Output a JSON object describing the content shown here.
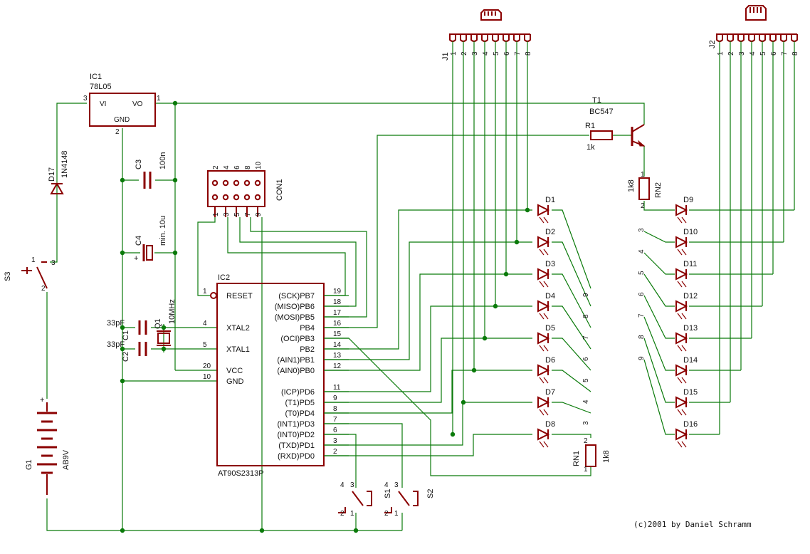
{
  "ic1": {
    "ref": "IC1",
    "value": "78L05",
    "vi": "VI",
    "vo": "VO",
    "gnd": "GND",
    "pin_in": "3",
    "pin_out": "1",
    "pin_gnd": "2"
  },
  "t1": {
    "ref": "T1",
    "value": "BC547"
  },
  "r1": {
    "ref": "R1",
    "value": "1k"
  },
  "rn1": {
    "ref": "RN1",
    "value": "1k8"
  },
  "rn2": {
    "ref": "RN2",
    "value": "1k8"
  },
  "c1": {
    "ref": "C1",
    "value": "33pF"
  },
  "c2": {
    "ref": "C2",
    "value": "33pF"
  },
  "c3": {
    "ref": "C3",
    "value": "100n"
  },
  "c4": {
    "ref": "C4",
    "value": "min. 10u"
  },
  "q1": {
    "ref": "Q1",
    "value": "10MHz"
  },
  "d17": {
    "ref": "D17",
    "value": "1N4148"
  },
  "g1": {
    "ref": "G1",
    "value": "AB9V"
  },
  "s1": {
    "ref": "S1"
  },
  "s2": {
    "ref": "S2"
  },
  "s3": {
    "ref": "S3"
  },
  "j1": {
    "ref": "J1"
  },
  "j2": {
    "ref": "J2"
  },
  "con1": {
    "ref": "CON1",
    "top_pins": [
      "2",
      "4",
      "6",
      "8",
      "10"
    ],
    "bottom_pins": [
      "1",
      "3",
      "5",
      "7",
      "9"
    ]
  },
  "ic2": {
    "ref": "IC2",
    "value": "AT90S2313P",
    "left_pins": [
      {
        "name": "RESET",
        "num": "1"
      },
      {
        "name": "XTAL2",
        "num": "4"
      },
      {
        "name": "XTAL1",
        "num": "5"
      },
      {
        "name": "VCC",
        "num": "20"
      },
      {
        "name": "GND",
        "num": "10"
      }
    ],
    "right_pins": [
      {
        "name": "(SCK)PB7",
        "num": "19"
      },
      {
        "name": "(MISO)PB6",
        "num": "18"
      },
      {
        "name": "(MOSI)PB5",
        "num": "17"
      },
      {
        "name": "PB4",
        "num": "16"
      },
      {
        "name": "(OCI)PB3",
        "num": "15"
      },
      {
        "name": "PB2",
        "num": "14"
      },
      {
        "name": "(AIN1)PB1",
        "num": "13"
      },
      {
        "name": "(AIN0)PB0",
        "num": "12"
      },
      {
        "name": "(ICP)PD6",
        "num": "11"
      },
      {
        "name": "(T1)PD5",
        "num": "9"
      },
      {
        "name": "(T0)PD4",
        "num": "8"
      },
      {
        "name": "(INT1)PD3",
        "num": "7"
      },
      {
        "name": "(INT0)PD2",
        "num": "6"
      },
      {
        "name": "(TXD)PD1",
        "num": "3"
      },
      {
        "name": "(RXD)PD0",
        "num": "2"
      }
    ]
  },
  "leds_left": [
    "D1",
    "D2",
    "D3",
    "D4",
    "D5",
    "D6",
    "D7",
    "D8"
  ],
  "leds_right": [
    "D9",
    "D10",
    "D11",
    "D12",
    "D13",
    "D14",
    "D15",
    "D16"
  ],
  "connector_pins": [
    "1",
    "2",
    "3",
    "4",
    "5",
    "6",
    "7",
    "8"
  ],
  "rn1_pins": [
    "9",
    "8",
    "7",
    "6",
    "5",
    "4",
    "3"
  ],
  "rn2_pins": [
    "3",
    "4",
    "5",
    "6",
    "7",
    "8",
    "9"
  ],
  "misc_pins": {
    "p1": "1",
    "p2": "2",
    "p3": "3",
    "p4": "4"
  },
  "copyright": "(c)2001 by Daniel Schramm",
  "colors": {
    "wire": "#0a7a0a",
    "part": "#8b0000",
    "text": "#111111"
  }
}
